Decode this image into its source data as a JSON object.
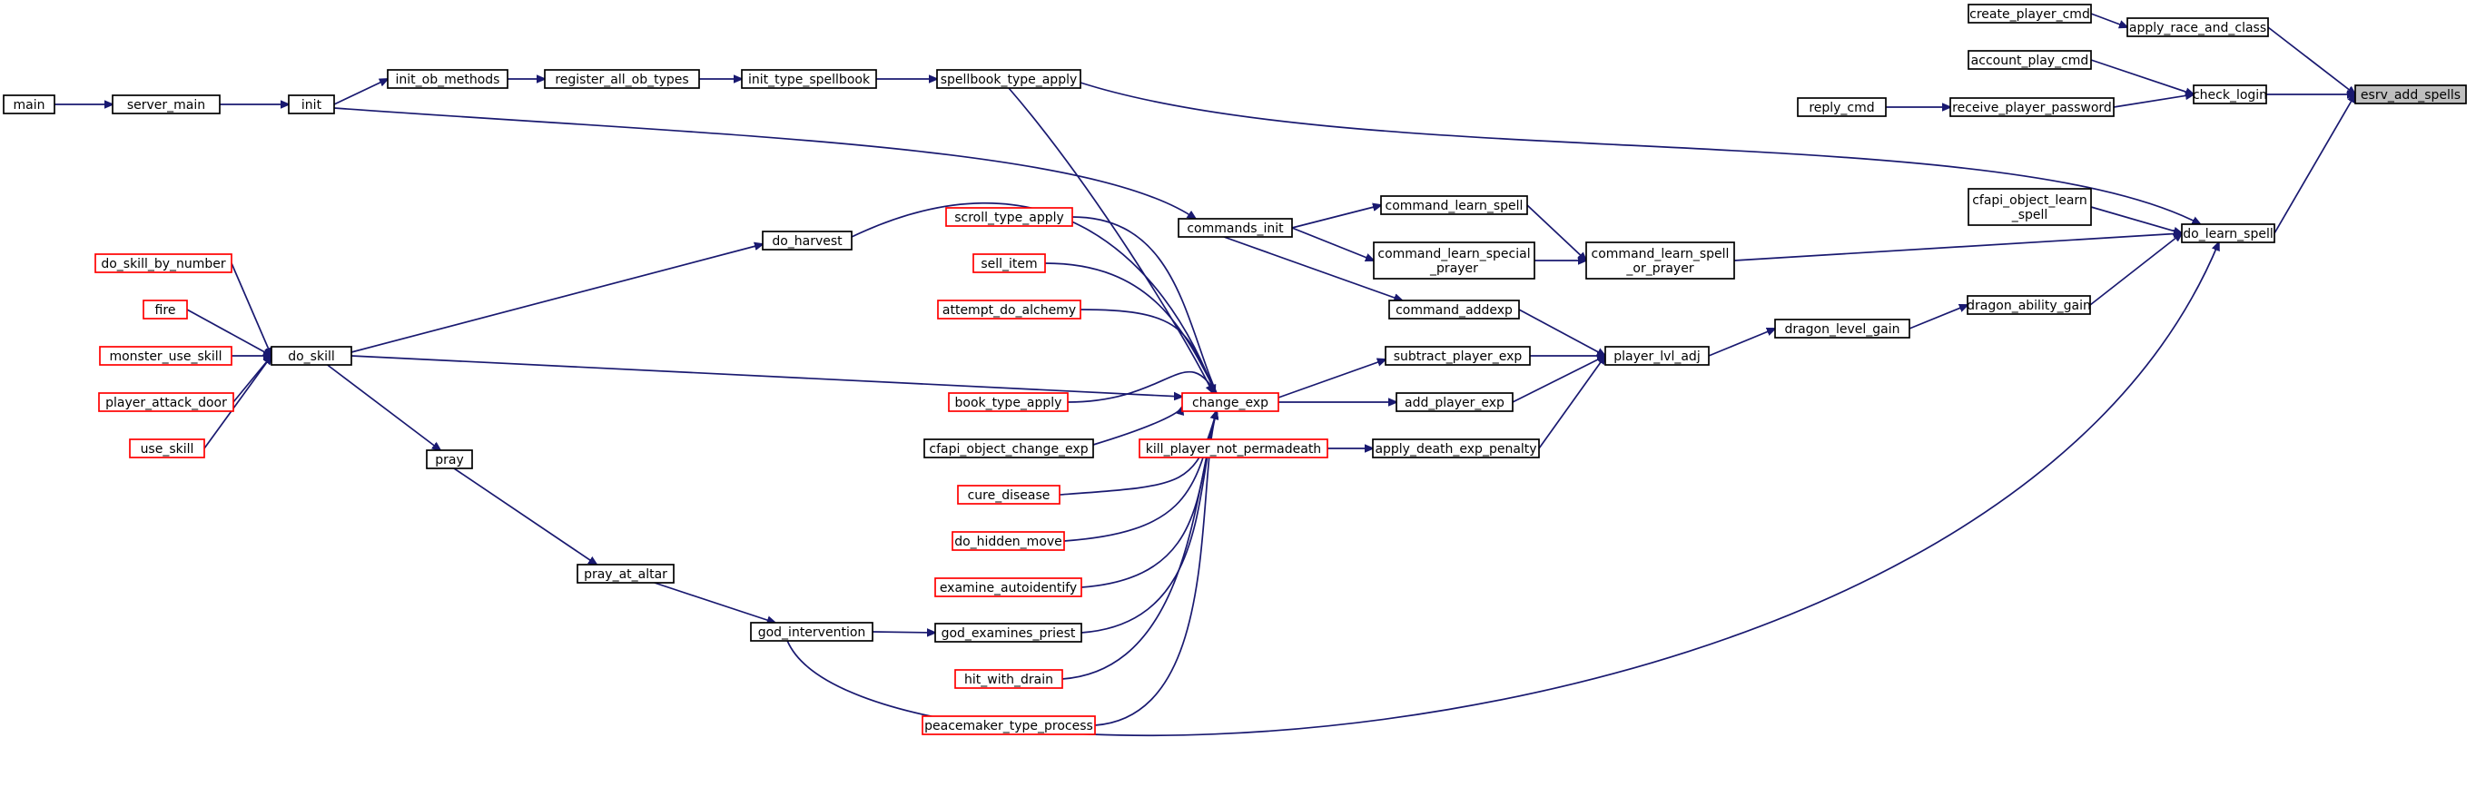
{
  "graph": {
    "nodes": [
      {
        "id": "esrv_add_spells",
        "lines": [
          "esrv_add_spells"
        ],
        "focus": true
      },
      {
        "id": "apply_race_and_class",
        "lines": [
          "apply_race_and_class"
        ]
      },
      {
        "id": "create_player_cmd",
        "lines": [
          "create_player_cmd"
        ]
      },
      {
        "id": "check_login",
        "lines": [
          "check_login"
        ]
      },
      {
        "id": "account_play_cmd",
        "lines": [
          "account_play_cmd"
        ]
      },
      {
        "id": "receive_player_password",
        "lines": [
          "receive_player_password"
        ]
      },
      {
        "id": "reply_cmd",
        "lines": [
          "reply_cmd"
        ]
      },
      {
        "id": "do_learn_spell",
        "lines": [
          "do_learn_spell"
        ]
      },
      {
        "id": "cfapi_object_learn_spell",
        "lines": [
          "cfapi_object_learn",
          "_spell"
        ]
      },
      {
        "id": "command_learn_spell_or_prayer",
        "lines": [
          "command_learn_spell",
          "_or_prayer"
        ]
      },
      {
        "id": "command_learn_spell",
        "lines": [
          "command_learn_spell"
        ]
      },
      {
        "id": "command_learn_special_prayer",
        "lines": [
          "command_learn_special",
          "_prayer"
        ]
      },
      {
        "id": "commands_init",
        "lines": [
          "commands_init"
        ]
      },
      {
        "id": "init",
        "lines": [
          "init"
        ]
      },
      {
        "id": "server_main",
        "lines": [
          "server_main"
        ]
      },
      {
        "id": "main",
        "lines": [
          "main"
        ]
      },
      {
        "id": "spellbook_type_apply",
        "lines": [
          "spellbook_type_apply"
        ]
      },
      {
        "id": "init_type_spellbook",
        "lines": [
          "init_type_spellbook"
        ]
      },
      {
        "id": "register_all_ob_types",
        "lines": [
          "register_all_ob_types"
        ]
      },
      {
        "id": "init_ob_methods",
        "lines": [
          "init_ob_methods"
        ]
      },
      {
        "id": "dragon_ability_gain",
        "lines": [
          "dragon_ability_gain"
        ]
      },
      {
        "id": "dragon_level_gain",
        "lines": [
          "dragon_level_gain"
        ]
      },
      {
        "id": "player_lvl_adj",
        "lines": [
          "player_lvl_adj"
        ]
      },
      {
        "id": "command_addexp",
        "lines": [
          "command_addexp"
        ]
      },
      {
        "id": "subtract_player_exp",
        "lines": [
          "subtract_player_exp"
        ]
      },
      {
        "id": "add_player_exp",
        "lines": [
          "add_player_exp"
        ]
      },
      {
        "id": "apply_death_exp_penalty",
        "lines": [
          "apply_death_exp_penalty"
        ]
      },
      {
        "id": "kill_player_not_permadeath",
        "lines": [
          "kill_player_not_permadeath"
        ],
        "truncated": true
      },
      {
        "id": "change_exp",
        "lines": [
          "change_exp"
        ],
        "truncated": true
      },
      {
        "id": "do_harvest",
        "lines": [
          "do_harvest"
        ]
      },
      {
        "id": "scroll_type_apply",
        "lines": [
          "scroll_type_apply"
        ],
        "truncated": true
      },
      {
        "id": "sell_item",
        "lines": [
          "sell_item"
        ],
        "truncated": true
      },
      {
        "id": "attempt_do_alchemy",
        "lines": [
          "attempt_do_alchemy"
        ],
        "truncated": true
      },
      {
        "id": "book_type_apply",
        "lines": [
          "book_type_apply"
        ],
        "truncated": true
      },
      {
        "id": "cfapi_object_change_exp",
        "lines": [
          "cfapi_object_change_exp"
        ]
      },
      {
        "id": "cure_disease",
        "lines": [
          "cure_disease"
        ],
        "truncated": true
      },
      {
        "id": "do_hidden_move",
        "lines": [
          "do_hidden_move"
        ],
        "truncated": true
      },
      {
        "id": "examine_autoidentify",
        "lines": [
          "examine_autoidentify"
        ],
        "truncated": true
      },
      {
        "id": "god_examines_priest",
        "lines": [
          "god_examines_priest"
        ]
      },
      {
        "id": "hit_with_drain",
        "lines": [
          "hit_with_drain"
        ],
        "truncated": true
      },
      {
        "id": "peacemaker_type_process",
        "lines": [
          "peacemaker_type_process"
        ],
        "truncated": true
      },
      {
        "id": "do_skill",
        "lines": [
          "do_skill"
        ]
      },
      {
        "id": "do_skill_by_number",
        "lines": [
          "do_skill_by_number"
        ],
        "truncated": true
      },
      {
        "id": "fire",
        "lines": [
          "fire"
        ],
        "truncated": true
      },
      {
        "id": "monster_use_skill",
        "lines": [
          "monster_use_skill"
        ],
        "truncated": true
      },
      {
        "id": "player_attack_door",
        "lines": [
          "player_attack_door"
        ],
        "truncated": true
      },
      {
        "id": "use_skill",
        "lines": [
          "use_skill"
        ],
        "truncated": true
      },
      {
        "id": "pray",
        "lines": [
          "pray"
        ]
      },
      {
        "id": "pray_at_altar",
        "lines": [
          "pray_at_altar"
        ]
      },
      {
        "id": "god_intervention",
        "lines": [
          "god_intervention"
        ]
      }
    ],
    "edges": [
      {
        "from": "apply_race_and_class",
        "to": "esrv_add_spells"
      },
      {
        "from": "create_player_cmd",
        "to": "apply_race_and_class"
      },
      {
        "from": "check_login",
        "to": "esrv_add_spells"
      },
      {
        "from": "account_play_cmd",
        "to": "check_login"
      },
      {
        "from": "receive_player_password",
        "to": "check_login"
      },
      {
        "from": "reply_cmd",
        "to": "receive_player_password"
      },
      {
        "from": "do_learn_spell",
        "to": "esrv_add_spells"
      },
      {
        "from": "cfapi_object_learn_spell",
        "to": "do_learn_spell"
      },
      {
        "from": "command_learn_spell_or_prayer",
        "to": "do_learn_spell"
      },
      {
        "from": "command_learn_spell",
        "to": "command_learn_spell_or_prayer"
      },
      {
        "from": "command_learn_special_prayer",
        "to": "command_learn_spell_or_prayer"
      },
      {
        "from": "commands_init",
        "to": "command_learn_spell"
      },
      {
        "from": "commands_init",
        "to": "command_learn_special_prayer"
      },
      {
        "from": "commands_init",
        "to": "command_addexp"
      },
      {
        "from": "init",
        "to": "commands_init"
      },
      {
        "from": "init",
        "to": "init_ob_methods"
      },
      {
        "from": "server_main",
        "to": "init"
      },
      {
        "from": "main",
        "to": "server_main"
      },
      {
        "from": "init_ob_methods",
        "to": "register_all_ob_types"
      },
      {
        "from": "register_all_ob_types",
        "to": "init_type_spellbook"
      },
      {
        "from": "init_type_spellbook",
        "to": "spellbook_type_apply"
      },
      {
        "from": "spellbook_type_apply",
        "to": "do_learn_spell"
      },
      {
        "from": "spellbook_type_apply",
        "to": "change_exp"
      },
      {
        "from": "dragon_ability_gain",
        "to": "do_learn_spell"
      },
      {
        "from": "dragon_level_gain",
        "to": "dragon_ability_gain"
      },
      {
        "from": "player_lvl_adj",
        "to": "dragon_level_gain"
      },
      {
        "from": "command_addexp",
        "to": "player_lvl_adj"
      },
      {
        "from": "subtract_player_exp",
        "to": "player_lvl_adj"
      },
      {
        "from": "add_player_exp",
        "to": "player_lvl_adj"
      },
      {
        "from": "apply_death_exp_penalty",
        "to": "player_lvl_adj"
      },
      {
        "from": "kill_player_not_permadeath",
        "to": "apply_death_exp_penalty"
      },
      {
        "from": "change_exp",
        "to": "subtract_player_exp"
      },
      {
        "from": "change_exp",
        "to": "add_player_exp"
      },
      {
        "from": "do_harvest",
        "to": "change_exp"
      },
      {
        "from": "scroll_type_apply",
        "to": "change_exp"
      },
      {
        "from": "sell_item",
        "to": "change_exp"
      },
      {
        "from": "attempt_do_alchemy",
        "to": "change_exp"
      },
      {
        "from": "book_type_apply",
        "to": "change_exp"
      },
      {
        "from": "cfapi_object_change_exp",
        "to": "change_exp"
      },
      {
        "from": "cure_disease",
        "to": "change_exp"
      },
      {
        "from": "do_hidden_move",
        "to": "change_exp"
      },
      {
        "from": "examine_autoidentify",
        "to": "change_exp"
      },
      {
        "from": "god_examines_priest",
        "to": "change_exp"
      },
      {
        "from": "hit_with_drain",
        "to": "change_exp"
      },
      {
        "from": "peacemaker_type_process",
        "to": "change_exp"
      },
      {
        "from": "do_skill",
        "to": "change_exp"
      },
      {
        "from": "do_skill",
        "to": "do_harvest"
      },
      {
        "from": "do_skill",
        "to": "pray"
      },
      {
        "from": "do_skill_by_number",
        "to": "do_skill"
      },
      {
        "from": "fire",
        "to": "do_skill"
      },
      {
        "from": "monster_use_skill",
        "to": "do_skill"
      },
      {
        "from": "player_attack_door",
        "to": "do_skill"
      },
      {
        "from": "use_skill",
        "to": "do_skill"
      },
      {
        "from": "pray",
        "to": "pray_at_altar"
      },
      {
        "from": "pray_at_altar",
        "to": "god_intervention"
      },
      {
        "from": "god_intervention",
        "to": "god_examines_priest"
      },
      {
        "from": "god_intervention",
        "to": "do_learn_spell"
      }
    ]
  }
}
